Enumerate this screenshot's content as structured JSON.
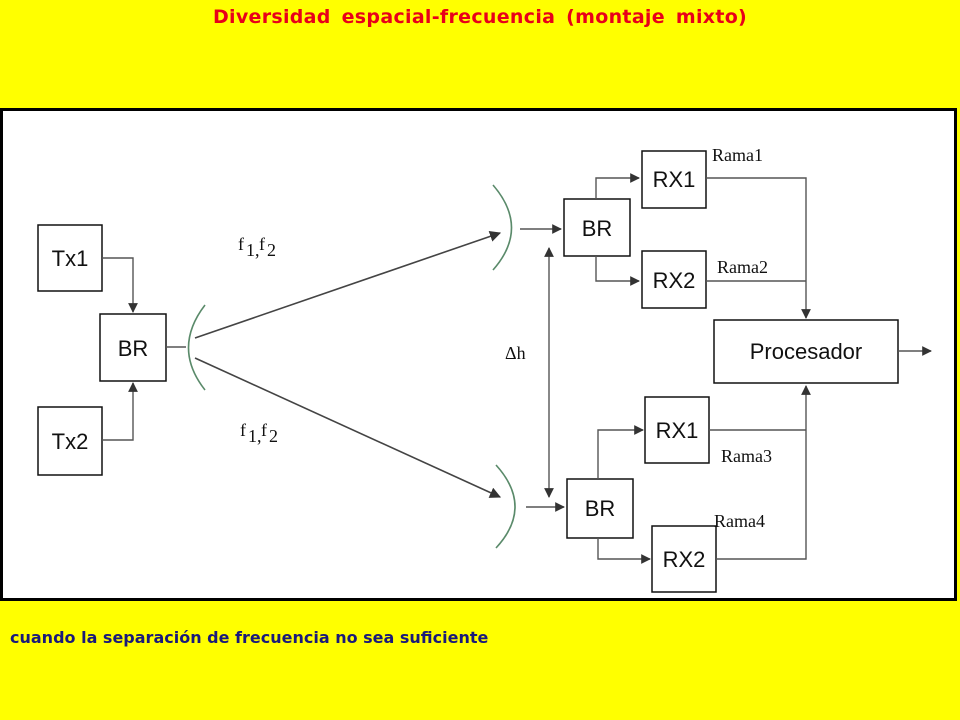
{
  "title": "Diversidad espacial-frecuencia (montaje mixto)",
  "caption": "cuando la separación de frecuencia no sea suficiente",
  "colors": {
    "background": "#ffff00",
    "title": "#e8001a",
    "caption": "#1a1a7a",
    "panel": "#ffffff"
  },
  "diagram": {
    "transmitters": {
      "tx1": "Tx1",
      "tx2": "Tx2",
      "combiner": "BR"
    },
    "beam_labels": {
      "upper_f": "f",
      "upper_sub1": "1,",
      "upper_f2": "f",
      "upper_sub2": "2",
      "lower_f": "f",
      "lower_sub1": "1,",
      "lower_f2": "f",
      "lower_sub2": "2"
    },
    "separation_label": "Δh",
    "upper_receiver": {
      "splitter": "BR",
      "rx1": "RX1",
      "rx2": "RX2",
      "branch1": "Rama1",
      "branch2": "Rama2"
    },
    "lower_receiver": {
      "splitter": "BR",
      "rx1": "RX1",
      "rx2": "RX2",
      "branch3": "Rama3",
      "branch4": "Rama4"
    },
    "processor": "Procesador"
  }
}
